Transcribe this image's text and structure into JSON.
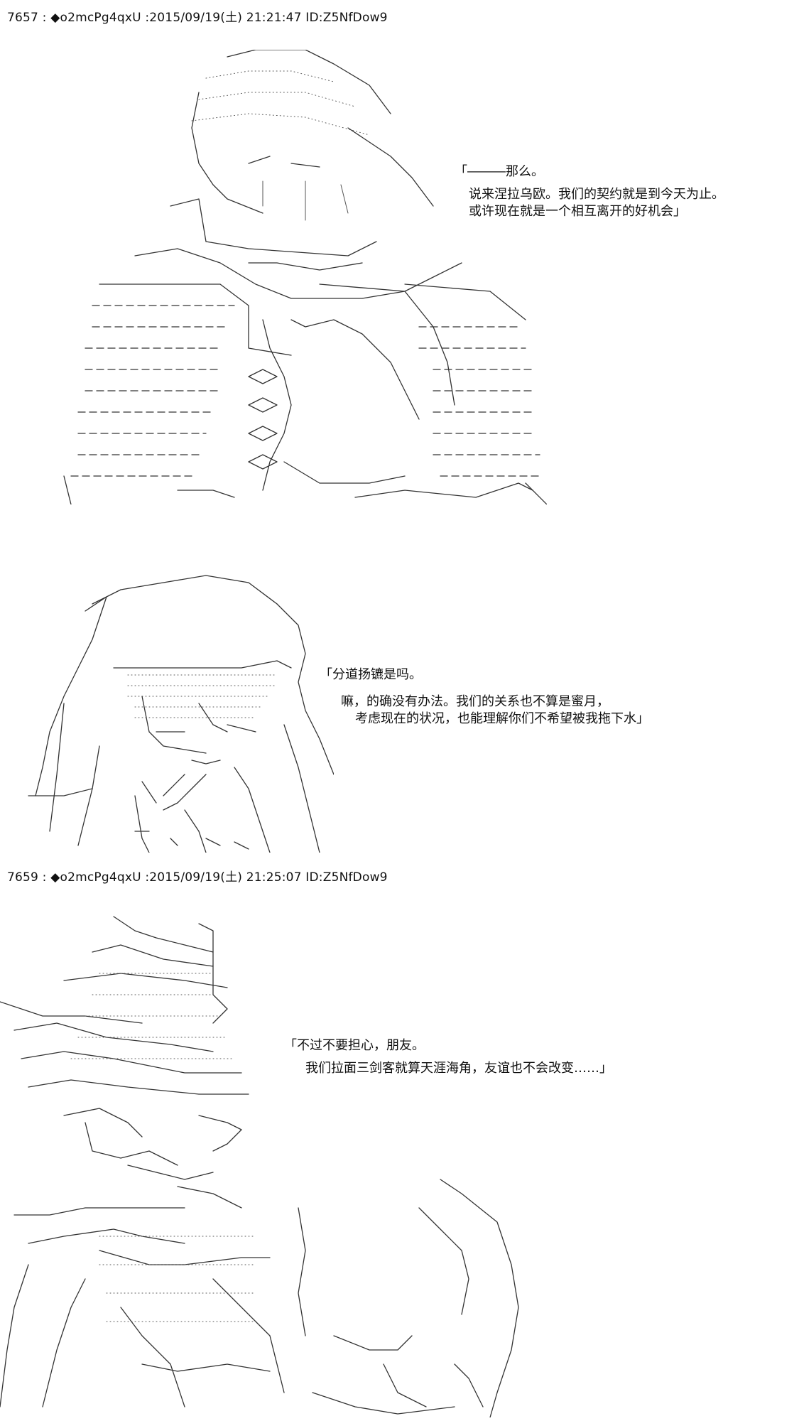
{
  "posts": [
    {
      "header": "7657 : ◆o2mcPg4qxU :2015/09/19(土) 21:21:47 ID:Z5NfDow9",
      "panels": [
        {
          "dialogue": [
            "「―――那么。",
            "说来涅拉乌欧。我们的契约就是到今天为止。",
            "或许现在就是一个相互离开的好机会」"
          ]
        },
        {
          "dialogue": [
            "「分道扬镳是吗。",
            "嘛，的确没有办法。我们的关系也不算是蜜月，",
            "考虑现在的状况，也能理解你们不希望被我拖下水」"
          ]
        }
      ]
    },
    {
      "header": "7659 : ◆o2mcPg4qxU :2015/09/19(土) 21:25:07 ID:Z5NfDow9",
      "panels": [
        {
          "dialogue": [
            "「不过不要担心，朋友。",
            "我们拉面三剑客就算天涯海角，友谊也不会改变……」"
          ]
        }
      ]
    }
  ],
  "icons": {
    "art-1": "armored-figure-ascii-art",
    "art-2": "hooded-figure-ascii-art",
    "art-3": "spiky-haired-figure-ascii-art"
  }
}
